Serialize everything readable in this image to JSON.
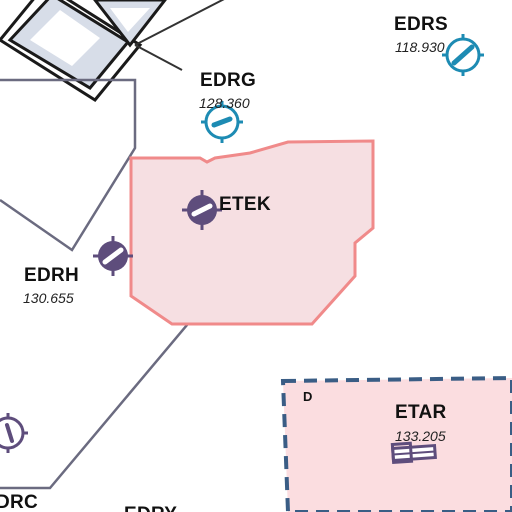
{
  "map": {
    "colors": {
      "restricted_fill": "#f6dfe2",
      "restricted_border": "#f08a8a",
      "class_d_fill": "#fbdde0",
      "class_d_border": "#3a5d85",
      "civil_airport": "#1d8bb3",
      "military_airport": "#5e4d7c",
      "boundary_line": "#6b6b80",
      "building": "#d7dde8"
    },
    "airports": [
      {
        "id": "edrs",
        "name": "EDRS",
        "frequency": "118.930",
        "icon": "civil-airport-icon"
      },
      {
        "id": "edrg",
        "name": "EDRG",
        "frequency": "128.360",
        "icon": "civil-airport-icon"
      },
      {
        "id": "etek",
        "name": "ETEK",
        "frequency": "",
        "icon": "military-airport-icon"
      },
      {
        "id": "edrh",
        "name": "EDRH",
        "frequency": "130.655",
        "icon": "military-airport-icon"
      },
      {
        "id": "etar",
        "name": "ETAR",
        "frequency": "133.205",
        "icon": "military-airfield-icon"
      }
    ],
    "airspace_class": "D",
    "partial_labels": [
      "DRC",
      "EDRY"
    ]
  }
}
